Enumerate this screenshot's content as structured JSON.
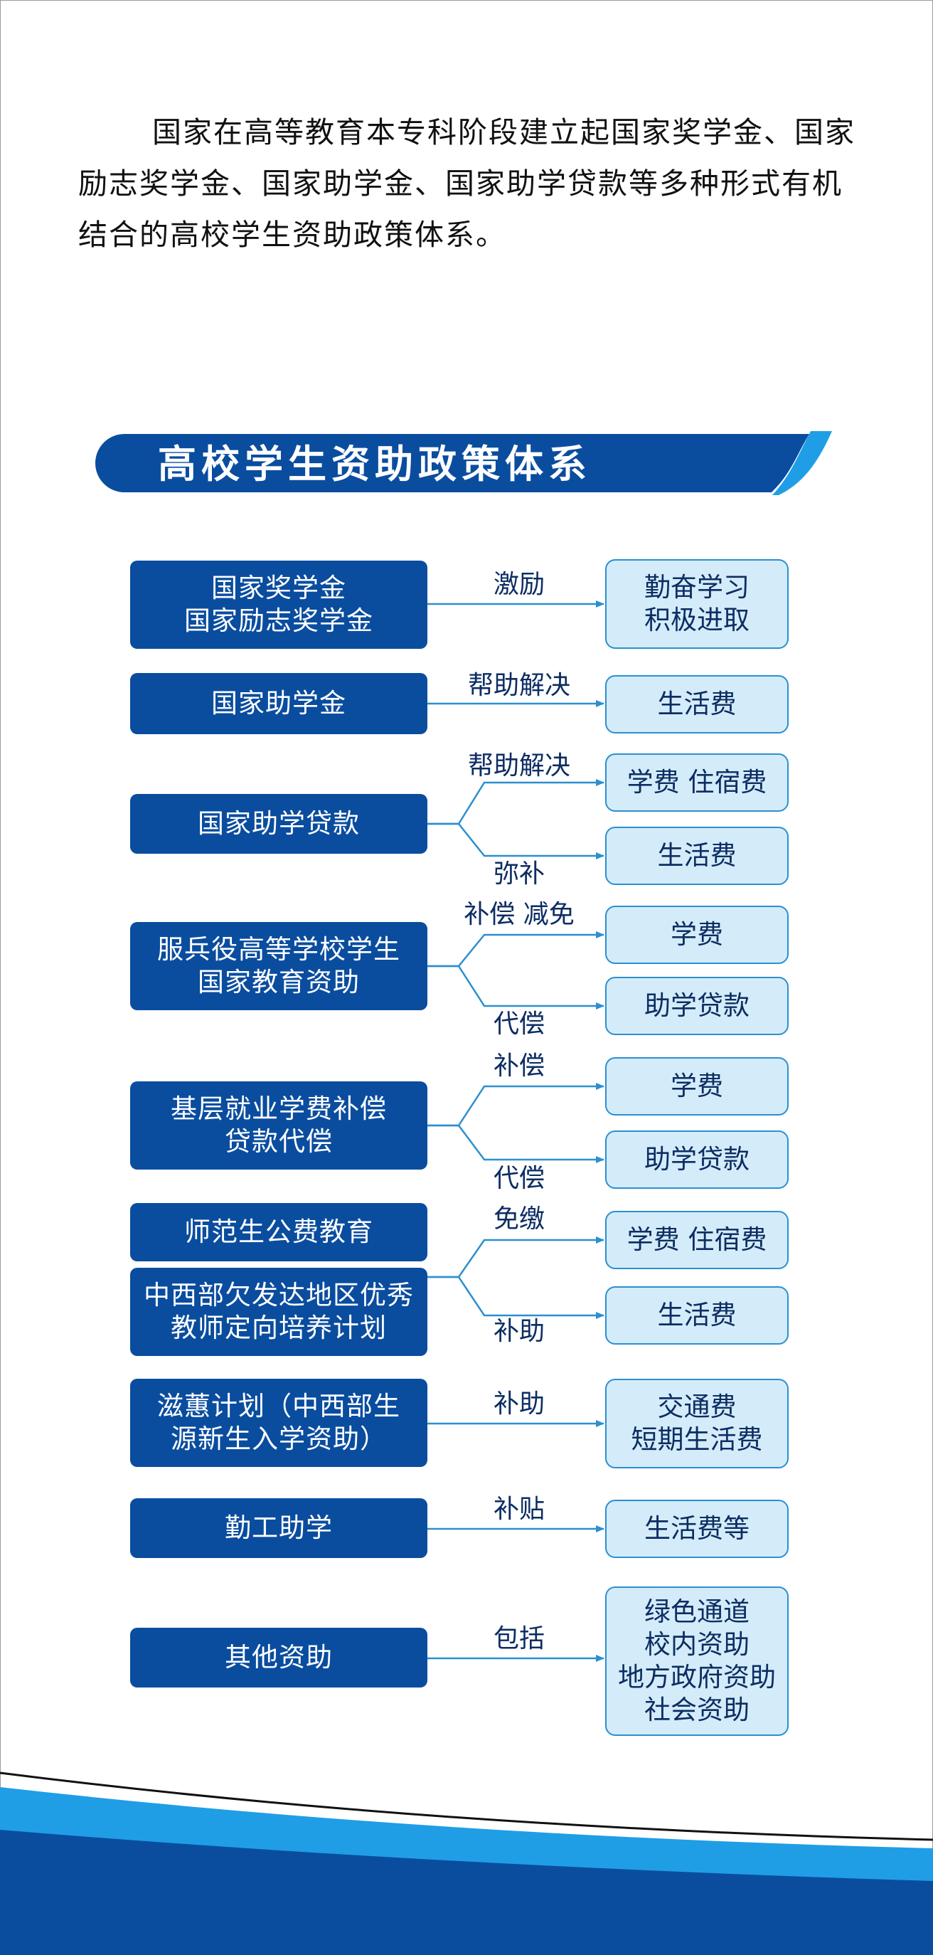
{
  "intro": "国家在高等教育本专科阶段建立起国家奖学金、国家励志奖学金、国家助学金、国家助学贷款等多种形式有机结合的高校学生资助政策体系。",
  "banner_title": "高校学生资助政策体系",
  "colors": {
    "dark_blue": "#0a4d9f",
    "light_blue_fill": "#d4ecf9",
    "light_blue_border": "#2c8fd0",
    "accent_blue": "#1f9ee6",
    "text_navy": "#0d2d63"
  },
  "rows": [
    {
      "policy": [
        "国家奖学金",
        "国家励志奖学金"
      ],
      "edges": [
        {
          "label": "激励",
          "target": [
            "勤奋学习",
            "积极进取"
          ]
        }
      ]
    },
    {
      "policy": [
        "国家助学金"
      ],
      "edges": [
        {
          "label": "帮助解决",
          "target": [
            "生活费"
          ]
        }
      ]
    },
    {
      "policy": [
        "国家助学贷款"
      ],
      "edges": [
        {
          "label": "帮助解决",
          "target": [
            "学费  住宿费"
          ]
        },
        {
          "label": "弥补",
          "target": [
            "生活费"
          ]
        }
      ]
    },
    {
      "policy": [
        "服兵役高等学校学生",
        "国家教育资助"
      ],
      "edges": [
        {
          "label": "补偿 减免",
          "target": [
            "学费"
          ]
        },
        {
          "label": "代偿",
          "target": [
            "助学贷款"
          ]
        }
      ]
    },
    {
      "policy": [
        "基层就业学费补偿",
        "贷款代偿"
      ],
      "edges": [
        {
          "label": "补偿",
          "target": [
            "学费"
          ]
        },
        {
          "label": "代偿",
          "target": [
            "助学贷款"
          ]
        }
      ]
    },
    {
      "policy": [
        "师范生公费教育"
      ],
      "policy2": [
        "中西部欠发达地区优秀",
        "教师定向培养计划"
      ],
      "edges": [
        {
          "label": "免缴",
          "target": [
            "学费  住宿费"
          ]
        },
        {
          "label": "补助",
          "target": [
            "生活费"
          ]
        }
      ]
    },
    {
      "policy": [
        "滋蕙计划（中西部生",
        "源新生入学资助）"
      ],
      "edges": [
        {
          "label": "补助",
          "target": [
            "交通费",
            "短期生活费"
          ]
        }
      ]
    },
    {
      "policy": [
        "勤工助学"
      ],
      "edges": [
        {
          "label": "补贴",
          "target": [
            "生活费等"
          ]
        }
      ]
    },
    {
      "policy": [
        "其他资助"
      ],
      "edges": [
        {
          "label": "包括",
          "target": [
            "绿色通道",
            "校内资助",
            "地方政府资助",
            "社会资助"
          ]
        }
      ]
    }
  ]
}
